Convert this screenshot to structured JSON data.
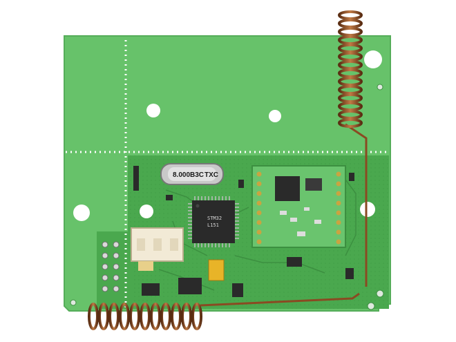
{
  "photo": {
    "subject": "printed-circuit-board"
  },
  "markings": {
    "crystal": "8.000B3C",
    "crystal_brand": "TXC"
  },
  "colors": {
    "pcb_light": "#67c26a",
    "pcb_dark": "#4aa84e",
    "silk": "#ffffff",
    "copper_coil": "#8a4a22",
    "chip": "#2a2a2a",
    "header": "#f2ead6",
    "capacitor": "#e8b428"
  }
}
